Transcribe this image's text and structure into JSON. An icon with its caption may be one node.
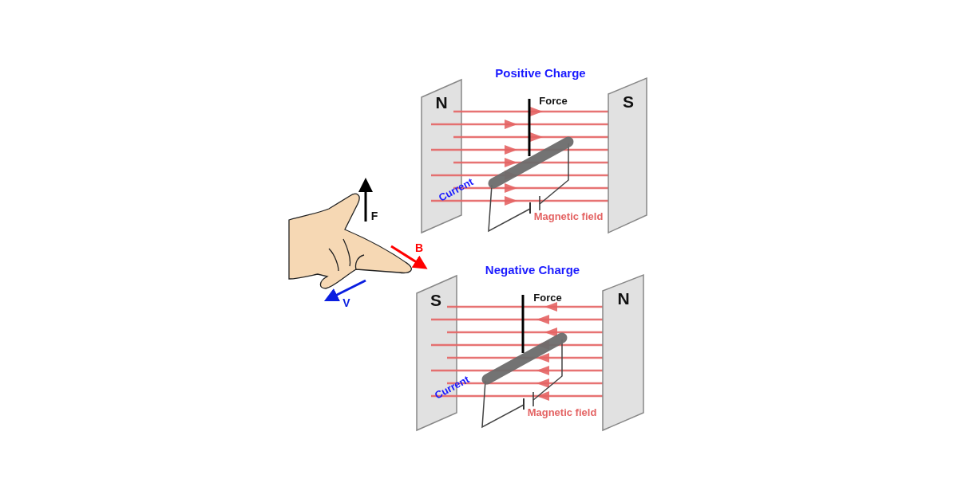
{
  "diagram": {
    "labels": [
      "Positive Charge",
      "N",
      "Force",
      "S",
      "F",
      "Current",
      "Magnetic field",
      "B",
      "Negative Charge",
      "S",
      "N",
      "V",
      "Force",
      "Current",
      "Magnetic field"
    ]
  }
}
